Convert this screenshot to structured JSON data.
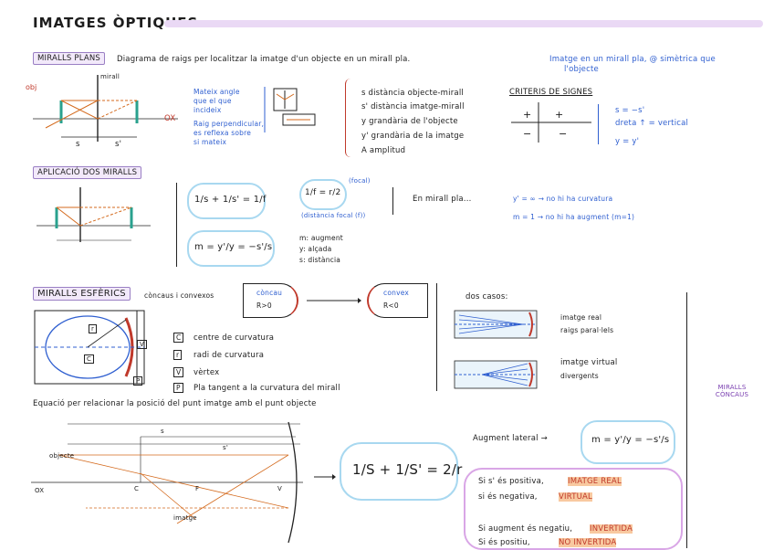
{
  "title": "IMATGES ÒPTIQUES",
  "flat": {
    "heading": "MIRALLS PLANS",
    "desc": "Diagrama de raigs per localitzar la imatge d'un objecte en un mirall pla.",
    "note1": "Imatge en un mirall pla, @ simètrica que",
    "note2": "l'objecte",
    "mirror_label": "mirall",
    "axis_label": "OX",
    "small_s": "s",
    "small_s2": "s'",
    "ray1": "Mateix angle",
    "ray2": "que el que",
    "ray3": "incideix",
    "ray4": "Raig perpendicular,",
    "ray5": "es reflexa sobre",
    "ray6": "si mateix",
    "vars": [
      "s distància objecte-mirall",
      "s' distància imatge-mirall",
      "y grandària de l'objecte",
      "y' grandària de la imatge",
      "A amplitud"
    ],
    "signs_title": "CRITERIS DE SIGNES",
    "signs_plus": "+",
    "signs_minus": "−",
    "signs_r1": "s = −s'",
    "signs_r2": "dreta ↑ = vertical",
    "signs_r3": "y = y'"
  },
  "applied": {
    "heading": "APLICACIÓ DOS MIRALLS",
    "eq1": "1/s + 1/s' = 1/f",
    "eq2": "m = y'/y = −s'/s",
    "focal_note": "(focal)",
    "focal_eq": "1/f = r/2",
    "focal_sub": "(distància focal (f))",
    "legend1": "m: augment",
    "legend2": "y: alçada",
    "legend3": "s: distància",
    "flat_case": "En mirall pla...",
    "flat_r1": "y' = ∞ → no hi ha curvatura",
    "flat_r2": "m = 1 → no hi ha augment (m=1)"
  },
  "spherical": {
    "heading": "MIRALLS ESFÈRICS",
    "desc": "còncaus i convexos",
    "concave_a": "còncau",
    "concave_b": "R>0",
    "convex_a": "convex",
    "convex_b": "R<0",
    "two_cases": "dos casos:",
    "case1a": "imatge real",
    "case1b": "raigs paral·lels",
    "case2a": "imatge virtual",
    "case2b": "divergents",
    "side_label": "MIRALLS CÒNCAUS",
    "legend": [
      {
        "k": "C",
        "v": "centre de curvatura"
      },
      {
        "k": "r",
        "v": "radi de curvatura"
      },
      {
        "k": "V",
        "v": "vèrtex"
      },
      {
        "k": "P",
        "v": "Pla tangent a la curvatura del mirall"
      }
    ],
    "labels": {
      "C": "C",
      "F": "F",
      "V": "V",
      "P": "P"
    }
  },
  "equation": {
    "heading": "Equació per relacionar la posició del punt imatge amb el punt objecte",
    "object_label": "objecte",
    "image_label": "imatge",
    "axis": "OX",
    "s_lbl": "s",
    "sp_lbl": "s'",
    "c_lbl": "C",
    "f_lbl": "F",
    "v_lbl": "V",
    "big_eq": "1/S + 1/S' = 2/r",
    "augment_label": "Augment lateral →",
    "augment_eq": "m = y'/y = −s'/s",
    "rules": [
      {
        "a": "Si s' és positiva,",
        "b": "IMATGE REAL"
      },
      {
        "a": "si és negativa,",
        "b": "VIRTUAL"
      },
      {
        "a": "Si augment és negatiu,",
        "b": "INVERTIDA"
      },
      {
        "a": "Si és positiu,",
        "b": "NO INVERTIDA"
      }
    ]
  }
}
